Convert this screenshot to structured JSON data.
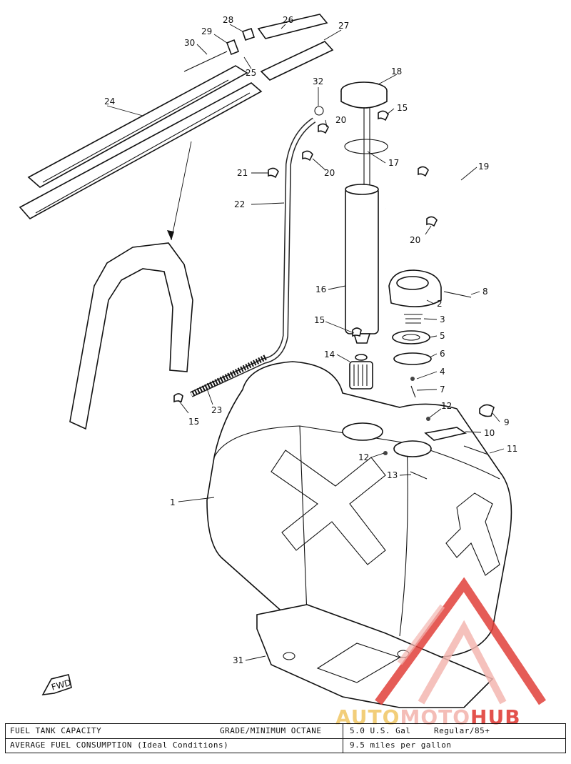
{
  "diagram": {
    "fwd_label": "FWD",
    "callouts": [
      {
        "id": "1",
        "text": "1"
      },
      {
        "id": "2",
        "text": "2"
      },
      {
        "id": "3",
        "text": "3"
      },
      {
        "id": "4",
        "text": "4"
      },
      {
        "id": "5",
        "text": "5"
      },
      {
        "id": "6",
        "text": "6"
      },
      {
        "id": "7",
        "text": "7"
      },
      {
        "id": "8",
        "text": "8"
      },
      {
        "id": "9",
        "text": "9"
      },
      {
        "id": "10",
        "text": "10"
      },
      {
        "id": "11",
        "text": "11"
      },
      {
        "id": "12a",
        "text": "12"
      },
      {
        "id": "12b",
        "text": "12"
      },
      {
        "id": "13",
        "text": "13"
      },
      {
        "id": "14",
        "text": "14"
      },
      {
        "id": "15a",
        "text": "15"
      },
      {
        "id": "15b",
        "text": "15"
      },
      {
        "id": "15c",
        "text": "15"
      },
      {
        "id": "16",
        "text": "16"
      },
      {
        "id": "17",
        "text": "17"
      },
      {
        "id": "18",
        "text": "18"
      },
      {
        "id": "19",
        "text": "19"
      },
      {
        "id": "20a",
        "text": "20"
      },
      {
        "id": "20b",
        "text": "20"
      },
      {
        "id": "20c",
        "text": "20"
      },
      {
        "id": "21",
        "text": "21"
      },
      {
        "id": "22",
        "text": "22"
      },
      {
        "id": "23",
        "text": "23"
      },
      {
        "id": "24",
        "text": "24"
      },
      {
        "id": "25",
        "text": "25"
      },
      {
        "id": "26",
        "text": "26"
      },
      {
        "id": "27",
        "text": "27"
      },
      {
        "id": "28",
        "text": "28"
      },
      {
        "id": "29",
        "text": "29"
      },
      {
        "id": "30",
        "text": "30"
      },
      {
        "id": "31",
        "text": "31"
      },
      {
        "id": "32",
        "text": "32"
      }
    ]
  },
  "spec_table": {
    "row1": {
      "label": "FUEL TANK CAPACITY",
      "label2": "GRADE/MINIMUM OCTANE",
      "value": "5.0 U.S. Gal",
      "value2": "Regular/85+"
    },
    "row2": {
      "label": "AVERAGE FUEL CONSUMPTION (Ideal Conditions)",
      "value": "9.5 miles per gallon"
    }
  },
  "watermark": {
    "brand_part1": "AUTO",
    "brand_part2": "MOTO",
    "brand_part3": "HUB",
    "colors": {
      "triangle": "#e0403a",
      "light": "#f3b6b0",
      "text_red": "#e0403a",
      "text_gold": "#f0c35a"
    }
  }
}
